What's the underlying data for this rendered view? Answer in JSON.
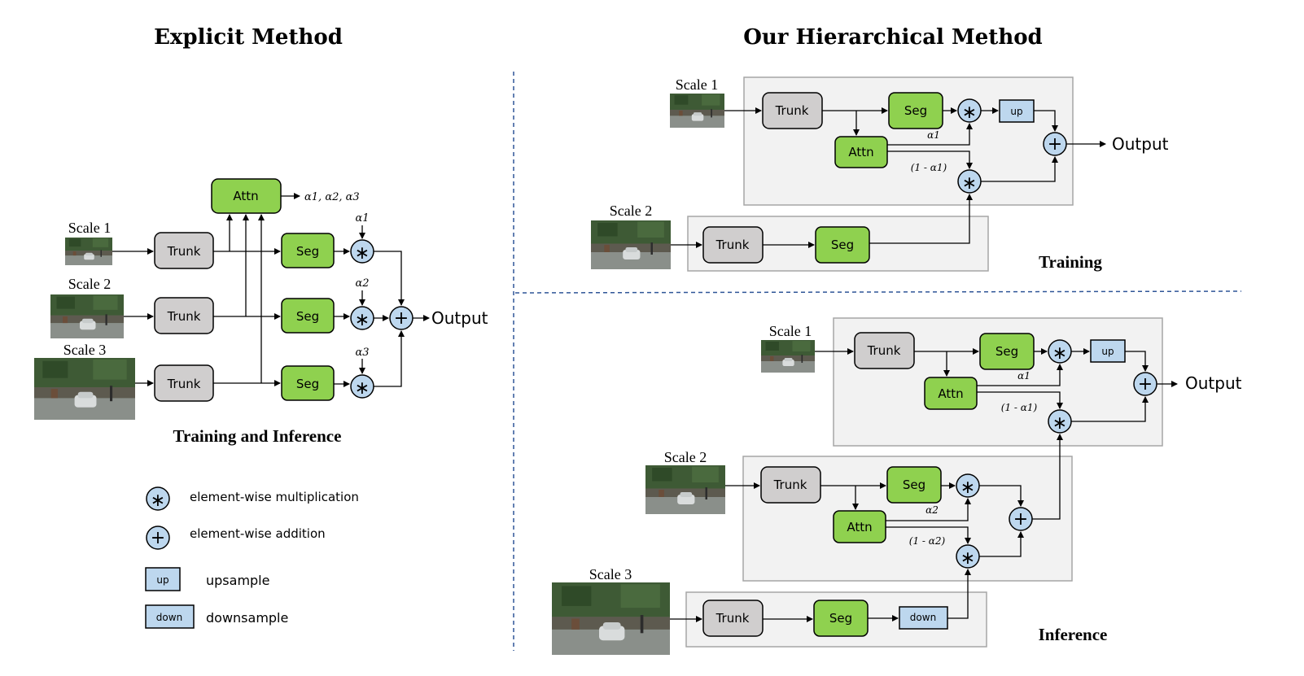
{
  "explicit": {
    "title": "Explicit Method",
    "subtitle": "Training and Inference",
    "scales": [
      "Scale 1",
      "Scale 2",
      "Scale 3"
    ],
    "trunk": "Trunk",
    "seg": "Seg",
    "attn": "Attn",
    "attn_out": "α1, α2, α3",
    "alphas": [
      "α1",
      "α2",
      "α3"
    ],
    "output": "Output"
  },
  "hierarchical": {
    "title": "Our Hierarchical Method",
    "training": {
      "subtitle": "Training",
      "scales": [
        "Scale 1",
        "Scale 2"
      ],
      "trunk": "Trunk",
      "seg": "Seg",
      "attn": "Attn",
      "up": "up",
      "alpha": "α1",
      "one_minus": "(1 - α1)",
      "output": "Output"
    },
    "inference": {
      "subtitle": "Inference",
      "scales": [
        "Scale 1",
        "Scale 2",
        "Scale 3"
      ],
      "trunk": "Trunk",
      "seg": "Seg",
      "attn": "Attn",
      "up": "up",
      "down": "down",
      "alpha1": "α1",
      "one_minus1": "(1 - α1)",
      "alpha2": "α2",
      "one_minus2": "(1 - α2)",
      "output": "Output"
    }
  },
  "legend": {
    "mult_symbol": "∗",
    "mult": "element-wise multiplication",
    "add_symbol": "+",
    "add": "element-wise addition",
    "up_box": "up",
    "up": "upsample",
    "down_box": "down",
    "down": "downsample"
  }
}
